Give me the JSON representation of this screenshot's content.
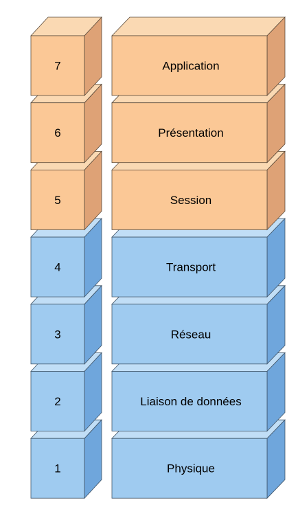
{
  "layers": [
    {
      "number": "7",
      "name": "Application",
      "group": "upper"
    },
    {
      "number": "6",
      "name": "Présentation",
      "group": "upper"
    },
    {
      "number": "5",
      "name": "Session",
      "group": "upper"
    },
    {
      "number": "4",
      "name": "Transport",
      "group": "lower"
    },
    {
      "number": "3",
      "name": "Réseau",
      "group": "lower"
    },
    {
      "number": "2",
      "name": "Liaison de données",
      "group": "lower"
    },
    {
      "number": "1",
      "name": "Physique",
      "group": "lower"
    }
  ],
  "colors": {
    "upper": {
      "front": "#fbc896",
      "top": "#fad9b3",
      "side": "#dea276",
      "stroke": "#5a4a3a"
    },
    "lower": {
      "front": "#9fcbf0",
      "top": "#c1def6",
      "side": "#6fa6dc",
      "stroke": "#3f5468"
    }
  }
}
